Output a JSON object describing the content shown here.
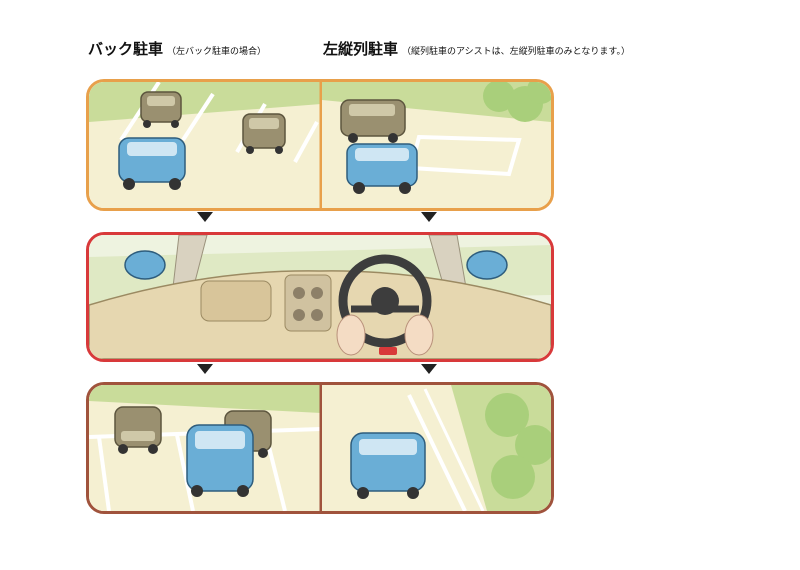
{
  "headings": {
    "back_parking": "バック駐車",
    "back_parking_note": "（左バック駐車の場合）",
    "parallel_parking": "左縦列駐車",
    "parallel_parking_note": "（縦列駐車のアシストは、左縦列駐車のみとなります。）"
  },
  "colors": {
    "top_border": "#e8a04b",
    "middle_border": "#d8393a",
    "bottom_border": "#a0533c",
    "blue_car": "#6aaed6",
    "parked_car": "#9a9070"
  }
}
